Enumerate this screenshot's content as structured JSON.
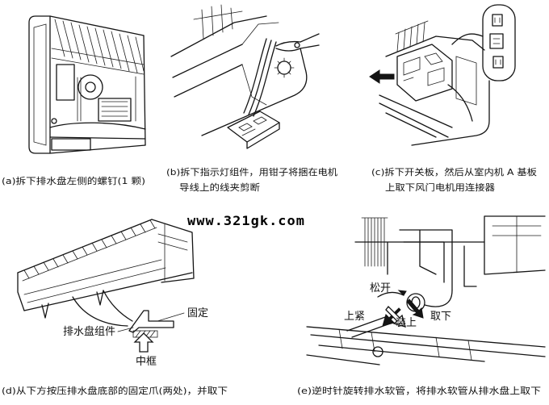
{
  "watermark": "www.321gk.com",
  "panel_a": {
    "caption": "(a)拆下排水盘左侧的螺钉(1 颗)"
  },
  "panel_b": {
    "caption_lines": [
      "(b)拆下指示灯组件，用钳子将捆在电机",
      "导线上的线夹剪断"
    ]
  },
  "panel_c": {
    "caption_lines": [
      "(c)拆下开关板，然后从室内机 A 基板",
      "上取下风门电机用连接器"
    ]
  },
  "panel_d": {
    "caption": "(d)从下方按压排水盘底部的固定爪(两处)，并取下",
    "labels": {
      "fixed": "固定",
      "drain_pan_assembly": "排水盘组件",
      "middle_frame": "中框"
    }
  },
  "panel_e": {
    "caption": "(e)逆时针旋转排水软管，将排水软管从排水盘上取下",
    "labels": {
      "loosen": "松开",
      "tighten": "上紧",
      "attach": "装上",
      "remove": "取下"
    }
  }
}
